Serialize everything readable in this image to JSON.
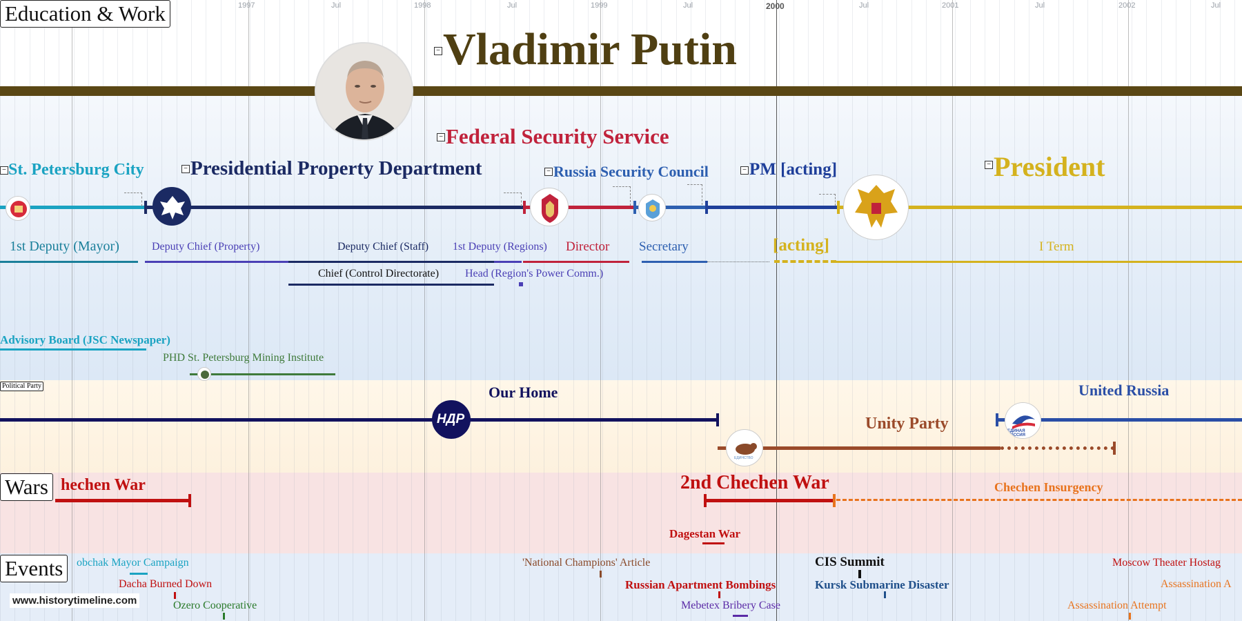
{
  "years": [
    "1997",
    "Jul",
    "1998",
    "Jul",
    "1999",
    "Jul",
    "2000",
    "Jul",
    "2001",
    "Jul",
    "2002",
    "Jul"
  ],
  "sections": {
    "education_work": "Education & Work",
    "political_party": "Political Party",
    "wars": "Wars",
    "events": "Events"
  },
  "title": "Vladimir Putin",
  "work": {
    "fss": "Federal Security Service",
    "spb_city": "St. Petersburg City",
    "ppd": "Presidential Property Department",
    "rsc": "Russia Security Council",
    "pm": "PM [acting]",
    "president": "President"
  },
  "roles": {
    "deputy_mayor": "1st Deputy (Mayor)",
    "deputy_chief_property": "Deputy Chief (Property)",
    "deputy_chief_staff": "Deputy Chief (Staff)",
    "first_deputy_regions": "1st Deputy (Regions)",
    "director": "Director",
    "secretary": "Secretary",
    "acting": "[acting]",
    "i_term": "I Term",
    "chief_control": "Chief (Control Directorate)",
    "head_region": "Head (Region's Power Comm.)"
  },
  "education": {
    "advisory": "Advisory Board (JSC Newspaper)",
    "phd": "PHD St. Petersburg Mining Institute"
  },
  "parties": {
    "our_home": "Our Home",
    "our_home_logo": "НДР",
    "unity": "Unity Party",
    "united_russia": "United Russia",
    "unity_logo": "ЕДИНСТВО",
    "er_logo": "ЕДИНАЯ РОССИЯ"
  },
  "wars": {
    "first": "hechen War",
    "second": "2nd Chechen War",
    "insurgency": "Chechen Insurgency",
    "dagestan": "Dagestan War"
  },
  "events": {
    "sobchak": "obchak Mayor Campaign",
    "dacha": "Dacha Burned Down",
    "ozero": "Ozero Cooperative",
    "national": "'National Champions' Article",
    "bombings": "Russian Apartment Bombings",
    "cis": "CIS Summit",
    "kursk": "Kursk Submarine Disaster",
    "mebetex": "Mebetex Bribery Case",
    "moscow": "Moscow Theater Hostag",
    "assassination_a": "Assassination A",
    "assassination_attempt": "Assassination Attempt"
  },
  "watermark": "www.historytimeline.com",
  "colors": {
    "title": "#4f3f12",
    "fss": "#c0223b",
    "spb": "#1aa3c2",
    "ppd": "#1b2a63",
    "rsc": "#2d5fb0",
    "pm": "#1f3f9a",
    "president": "#d4b21e",
    "our_home": "#12125e",
    "unity": "#9a4a2a",
    "united_russia": "#2a4ea6",
    "war": "#c01010",
    "insurgency": "#e8731d"
  }
}
